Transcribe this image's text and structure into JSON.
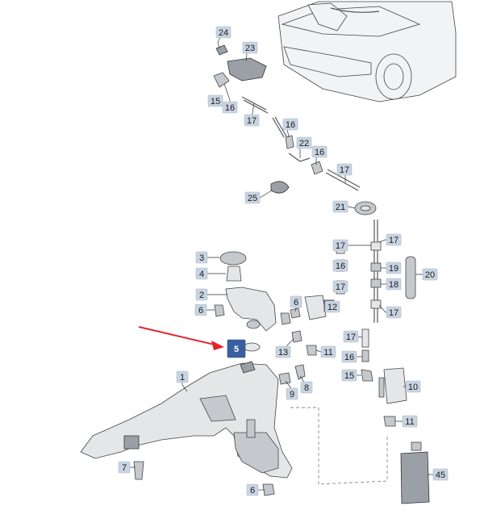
{
  "labels": [
    {
      "id": "l24a",
      "text": "24"
    },
    {
      "id": "l23",
      "text": "23"
    },
    {
      "id": "l15a",
      "text": "15"
    },
    {
      "id": "l16a",
      "text": "16"
    },
    {
      "id": "l17a",
      "text": "17"
    },
    {
      "id": "l16b",
      "text": "16"
    },
    {
      "id": "l22",
      "text": "22"
    },
    {
      "id": "l16c",
      "text": "16"
    },
    {
      "id": "l17b",
      "text": "17"
    },
    {
      "id": "l25",
      "text": "25"
    },
    {
      "id": "l21",
      "text": "21"
    },
    {
      "id": "l17c",
      "text": "17"
    },
    {
      "id": "l17d",
      "text": "17"
    },
    {
      "id": "l16d",
      "text": "16"
    },
    {
      "id": "l19",
      "text": "19"
    },
    {
      "id": "l20",
      "text": "20"
    },
    {
      "id": "l17e",
      "text": "17"
    },
    {
      "id": "l18",
      "text": "18"
    },
    {
      "id": "l17f",
      "text": "17"
    },
    {
      "id": "l3",
      "text": "3"
    },
    {
      "id": "l4",
      "text": "4"
    },
    {
      "id": "l2",
      "text": "2"
    },
    {
      "id": "l6a",
      "text": "6"
    },
    {
      "id": "l6b",
      "text": "6"
    },
    {
      "id": "l12",
      "text": "12"
    },
    {
      "id": "l5",
      "text": "5",
      "highlight": true
    },
    {
      "id": "l13",
      "text": "13"
    },
    {
      "id": "l11a",
      "text": "11"
    },
    {
      "id": "l17g",
      "text": "17"
    },
    {
      "id": "l16e",
      "text": "16"
    },
    {
      "id": "l15b",
      "text": "15"
    },
    {
      "id": "l1",
      "text": "1"
    },
    {
      "id": "l9",
      "text": "9"
    },
    {
      "id": "l8",
      "text": "8"
    },
    {
      "id": "l10",
      "text": "10"
    },
    {
      "id": "l11b",
      "text": "11"
    },
    {
      "id": "l7",
      "text": "7"
    },
    {
      "id": "l6c",
      "text": "6"
    },
    {
      "id": "l45",
      "text": "45"
    }
  ],
  "colors": {
    "label_fill": "#c9d4e2",
    "highlight_fill": "#3a5fa0",
    "arrow": "#e0252b"
  }
}
